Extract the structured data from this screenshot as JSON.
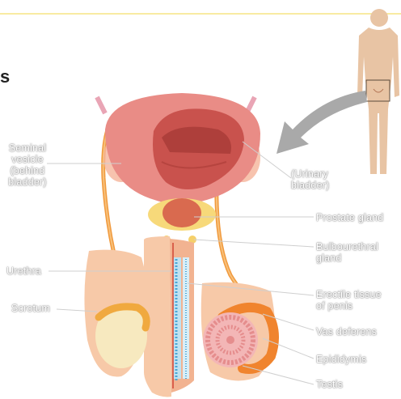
{
  "heading_fragment": "s",
  "labels": {
    "seminal_vesicle": "Seminal\nvesicle\n(behind\nbladder)",
    "urinary_bladder": "(Urinary\nbladder)",
    "prostate_gland": "Prostate gland",
    "bulbourethral_gland": "Bulbourethral\ngland",
    "urethra": "Urethra",
    "erectile_tissue": "Erectile tissue\nof penis",
    "scrotum": "Scrotum",
    "vas_deferens": "Vas deferens",
    "epididymis": "Epididymis",
    "testis": "Testis"
  },
  "colors": {
    "accent_line": "#f3df6a",
    "skin": "#f7c9a8",
    "bladder": "#e98c86",
    "bladder_inner": "#c9524d",
    "duct": "#f19a3e",
    "spongy_tissue": "#4aa7d6",
    "leader_line": "#cfcfcf",
    "silhouette": "#e8c4a4"
  },
  "icons": {
    "locator_arrow": "curved-arrow-icon",
    "body_silhouette": "human-body-icon"
  }
}
